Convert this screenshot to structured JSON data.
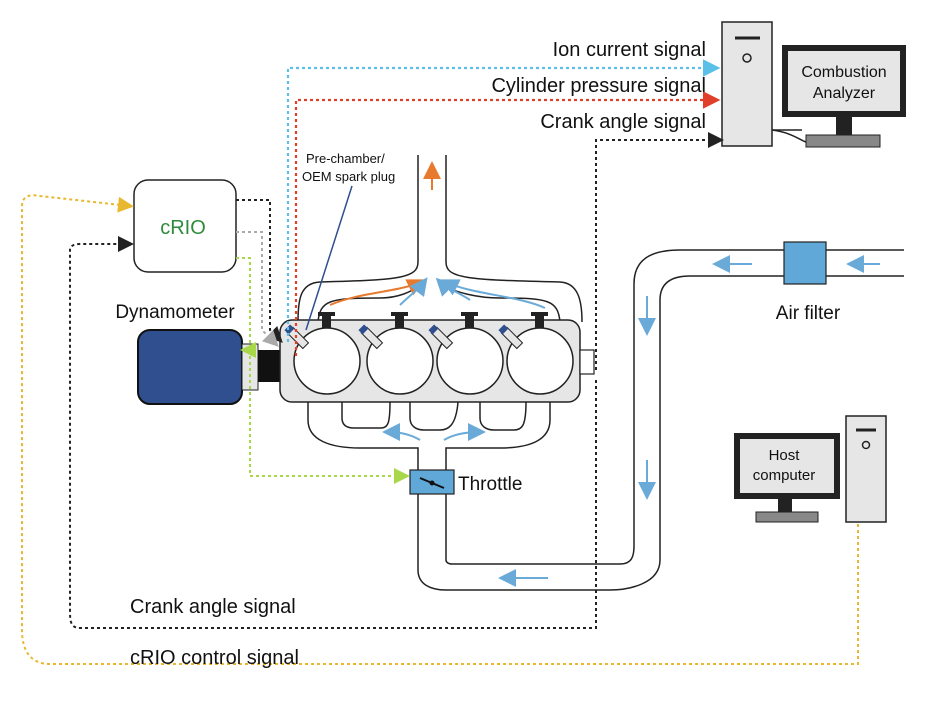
{
  "labels": {
    "ion_current_signal": "Ion current signal",
    "cylinder_pressure_signal": "Cylinder pressure signal",
    "crank_angle_signal_top": "Crank angle signal",
    "combustion_analyzer_line1": "Combustion",
    "combustion_analyzer_line2": "Analyzer",
    "crio": "cRIO",
    "prechamber_line1": "Pre-chamber/",
    "prechamber_line2": "OEM spark plug",
    "dynamometer": "Dynamometer",
    "air_filter": "Air filter",
    "throttle": "Throttle",
    "host_computer_line1": "Host",
    "host_computer_line2": "computer",
    "crank_angle_signal_bottom": "Crank angle signal",
    "crio_control_signal": "cRIO control signal"
  },
  "colors": {
    "ion_current": "#5bc0e8",
    "cylinder_pressure": "#e0402a",
    "crank_angle": "#222222",
    "crio_control": "#e8b830",
    "green_control": "#a8d84a",
    "grey_signal": "#aaaaaa",
    "flow_arrow": "#6aaad8",
    "exhaust_arrow": "#e87a30",
    "crio_text": "#2e8b3a",
    "dyno_fill": "#2f4f8f"
  }
}
